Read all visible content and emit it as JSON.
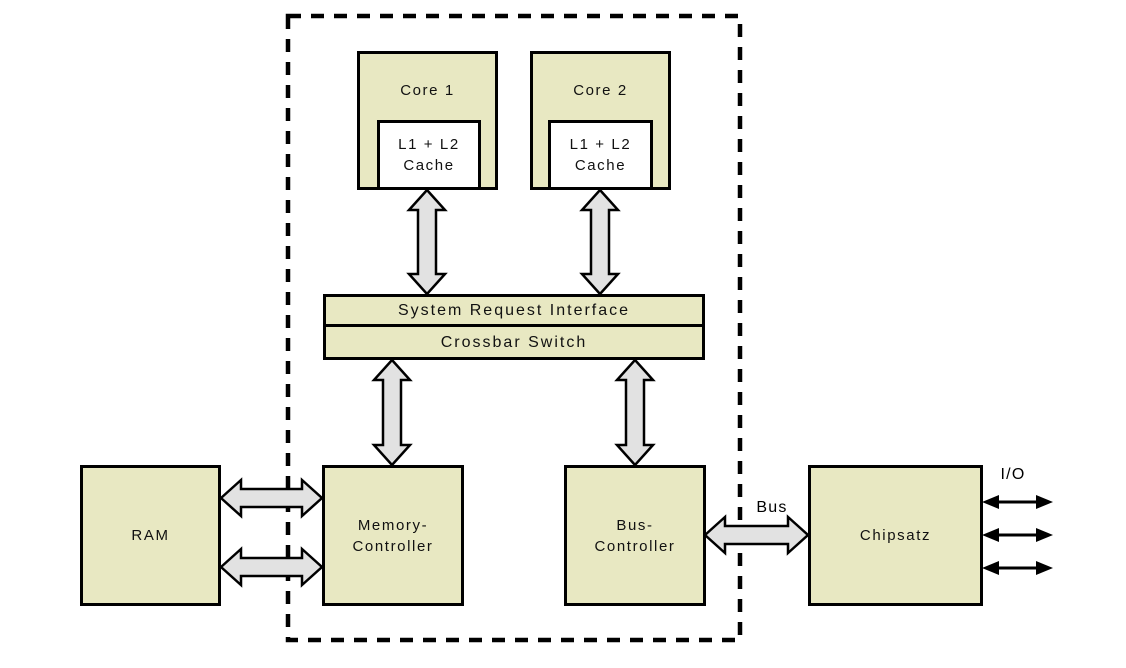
{
  "colors": {
    "box_fill": "#e8e8c2",
    "cache_fill": "#ffffff",
    "arrow_fill": "#e2e2e2",
    "outline": "#000000",
    "background": "#ffffff"
  },
  "nodes": {
    "core1": {
      "label": "Core 1"
    },
    "core2": {
      "label": "Core 2"
    },
    "cache1": {
      "line1": "L1 + L2",
      "line2": "Cache"
    },
    "cache2": {
      "line1": "L1 + L2",
      "line2": "Cache"
    },
    "system_request_interface": {
      "label": "System Request Interface"
    },
    "crossbar_switch": {
      "label": "Crossbar Switch"
    },
    "ram": {
      "label": "RAM"
    },
    "memory_controller": {
      "line1": "Memory-",
      "line2": "Controller"
    },
    "bus_controller": {
      "line1": "Bus-",
      "line2": "Controller"
    },
    "chipset": {
      "label": "Chipsatz"
    }
  },
  "edge_labels": {
    "bus": "Bus",
    "io": "I/O"
  }
}
